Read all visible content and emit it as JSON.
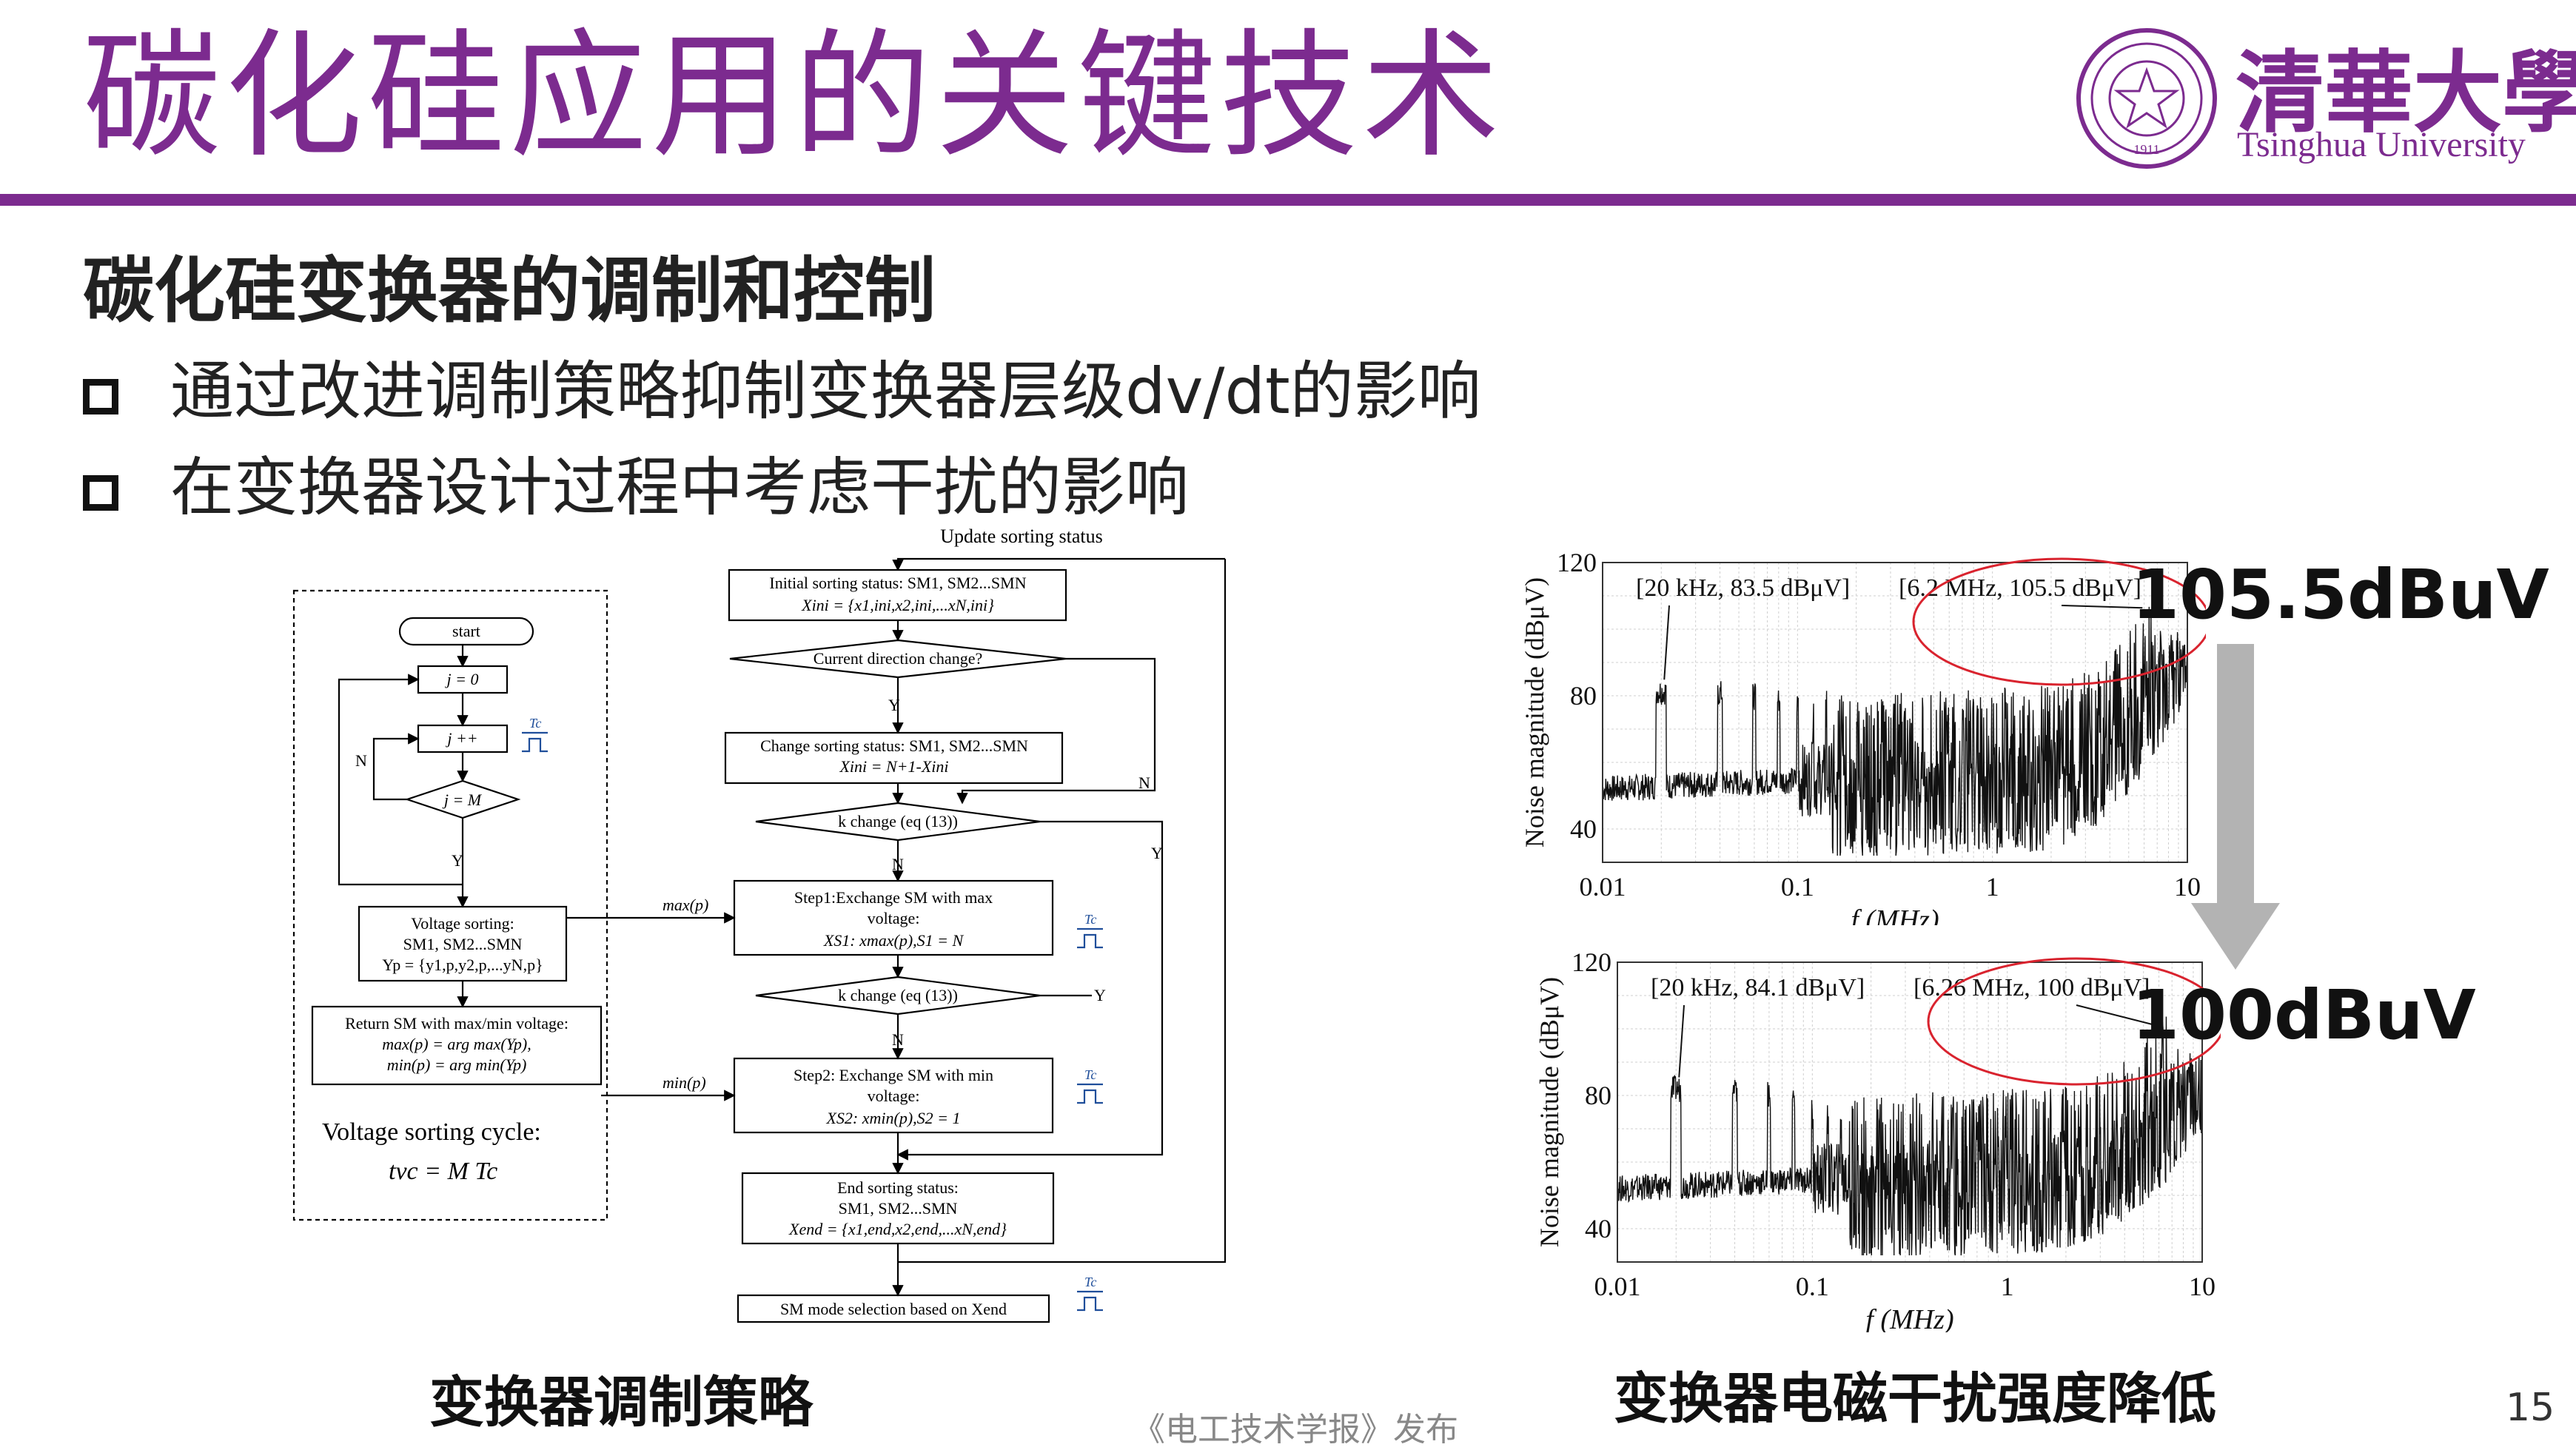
{
  "title": "碳化硅应用的关键技术",
  "logo": {
    "name_cn": "清華大學",
    "name_en": "Tsinghua University",
    "seal_year": "1911"
  },
  "subtitle": "碳化硅变换器的调制和控制",
  "bullets": [
    "通过改进调制策略抑制变换器层级dv/dt的影响",
    "在变换器设计过程中考虑干扰的影响"
  ],
  "flowchart": {
    "start": "start",
    "j0": "j = 0",
    "jpp": "j ++",
    "jM": "j = M",
    "N": "N",
    "Y": "Y",
    "tc": "Tc",
    "voltage_sorting": [
      "Voltage sorting:",
      "SM1, SM2...SMN",
      "Yp = {y1,p,y2,p,...yN,p}"
    ],
    "return_sm": [
      "Return SM with max/min voltage:",
      "max(p) = arg max(Yp),",
      "min(p) = arg min(Yp)"
    ],
    "cycle_label": "Voltage sorting cycle:",
    "cycle_formula": "tvc = M Tc",
    "update": "Update sorting status",
    "initial": [
      "Initial sorting status: SM1, SM2...SMN",
      "Xini = {x1,ini,x2,ini,...xN,ini}"
    ],
    "current_dir": "Current direction change?",
    "change_sort": [
      "Change sorting status: SM1, SM2...SMN",
      "Xini = N+1-Xini"
    ],
    "k_change": "k change (eq (13))",
    "step1": [
      "Step1:Exchange SM with max",
      "voltage:",
      "XS1: xmax(p),S1 = N"
    ],
    "step2": [
      "Step2: Exchange SM with min",
      "voltage:",
      "XS2: xmin(p),S2 = 1"
    ],
    "maxp": "max(p)",
    "minp": "min(p)",
    "end_sort": [
      "End sorting status:",
      "SM1, SM2...SMN",
      "Xend = {x1,end,x2,end,...xN,end}"
    ],
    "sm_mode": "SM mode selection based on Xend"
  },
  "chart_data": [
    {
      "type": "line",
      "ylabel": "Noise magnitude (dBμV)",
      "xlabel": "f (MHz)",
      "x_scale": "log",
      "xlim": [
        0.01,
        10
      ],
      "ylim": [
        30,
        120
      ],
      "x_ticks": [
        "0.01",
        "0.1",
        "1",
        "10"
      ],
      "y_ticks": [
        "40",
        "80",
        "120"
      ],
      "grid": true,
      "annotations": [
        "[20 kHz, 83.5 dBμV]",
        "[6.2 MHz, 105.5 dBμV]"
      ],
      "peaks": [
        {
          "x": 0.02,
          "y": 83.5
        },
        {
          "x": 6.2,
          "y": 105.5
        }
      ]
    },
    {
      "type": "line",
      "ylabel": "Noise magnitude (dBμV)",
      "xlabel": "f (MHz)",
      "x_scale": "log",
      "xlim": [
        0.01,
        10
      ],
      "ylim": [
        30,
        120
      ],
      "x_ticks": [
        "0.01",
        "0.1",
        "1",
        "10"
      ],
      "y_ticks": [
        "40",
        "80",
        "120"
      ],
      "grid": true,
      "annotations": [
        "[20 kHz, 84.1 dBμV]",
        "[6.26 MHz, 100 dBμV]"
      ],
      "peaks": [
        {
          "x": 0.02,
          "y": 84.1
        },
        {
          "x": 6.26,
          "y": 100
        }
      ]
    }
  ],
  "emi_labels": {
    "before": "105.5dBuV",
    "after": "100dBuV"
  },
  "captions": {
    "left": "变换器调制策略",
    "right": "变换器电磁干扰强度降低"
  },
  "source": "《电工技术学报》发布",
  "page_number": "15",
  "colors": {
    "accent": "#7c2b8f",
    "highlight": "#d9232e",
    "arrow": "#b3b3b3"
  }
}
